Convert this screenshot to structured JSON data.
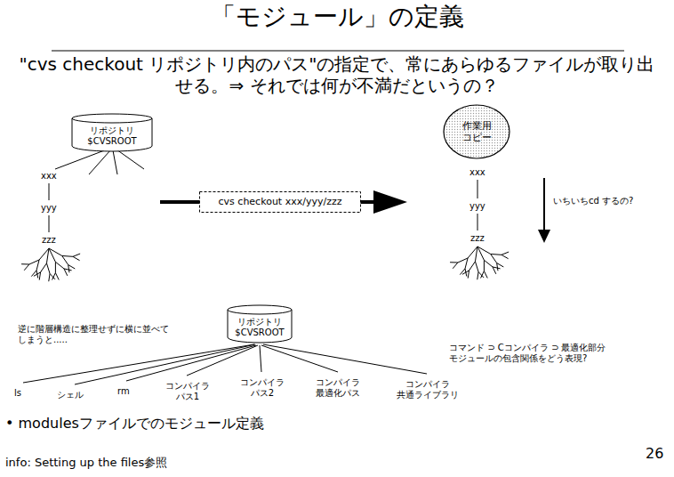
{
  "diagram": {
    "title": "「モジュール」の定義",
    "nodes": [
      {
        "text": [
          "リポジトリ $CVSROOT"
        ]
      },
      {
        "text": [
          "cvs checkout xxx/yyy/zzz"
        ]
      },
      {
        "text": [
          "作業用 コピー"
        ]
      },
      {
        "text": [
          "リポジトリ $CVSROOT"
        ]
      }
    ],
    "labels": [
      "\"cvs checkout リポジトリ内のパス\"の指定で、常にあらゆるファイルが取り出せる。⇒ それでは何が不満だというの？",
      "xxx",
      "yyy",
      "zzz",
      "xxx",
      "yyy",
      "zzz",
      "いちいちcd するの?",
      "逆に階層構造に整理せずに横に並べてしまうと.....",
      "ls",
      "シェル",
      "rm",
      "コンパイラ パス1",
      "コンパイラ パス2",
      "コンパイラ 最適化パス",
      "コンパイラ 共通ライブラリ",
      "コマンド ⊃ Cコンパイラ ⊃ 最適化部分 モジュールの包含関係をどう表現?",
      "• modulesファイルでのモジュール定義",
      "info: Setting up the files参照",
      "26"
    ]
  }
}
